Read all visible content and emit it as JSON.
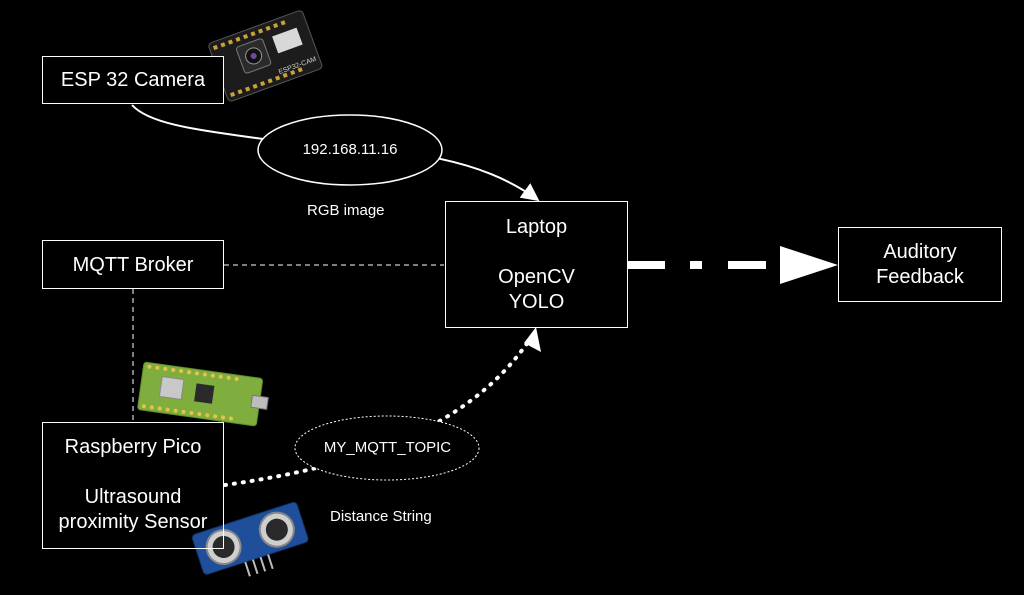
{
  "nodes": {
    "esp32": {
      "label": "ESP 32 Camera"
    },
    "mqtt": {
      "label": "MQTT Broker"
    },
    "pico": {
      "line1": "Raspberry Pico",
      "line2": "Ultrasound",
      "line3": "proximity Sensor"
    },
    "laptop": {
      "line1": "Laptop",
      "line2": "OpenCV",
      "line3": "YOLO"
    },
    "auditory": {
      "line1": "Auditory",
      "line2": "Feedback"
    }
  },
  "edges": {
    "camera_link": {
      "ellipse_text": "192.168.11.16",
      "label": "RGB image"
    },
    "pico_link": {
      "ellipse_text": "MY_MQTT_TOPIC",
      "label": "Distance String"
    }
  },
  "hardware_images": {
    "esp32_board": {
      "silkscreen": "ESP32-CAM"
    }
  },
  "colors": {
    "background": "#000000",
    "foreground": "#ffffff",
    "board_green": "#7fae3f"
  }
}
